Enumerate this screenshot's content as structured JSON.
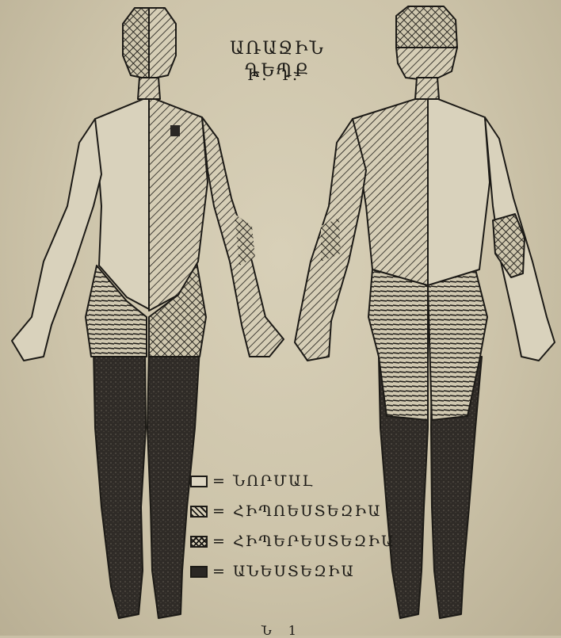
{
  "title": "ԱՌԱՋԻՆ ԴԵՊՔ",
  "subtitle": "Ի. Դ.",
  "legend": {
    "items": [
      {
        "label": "= ՆՈՐՄԱԼ",
        "pattern": "normal"
      },
      {
        "label": "= ՀԻՊՈԵՍՏԵԶԻԱ",
        "pattern": "hypoesthesia"
      },
      {
        "label": "= ՀԻՊԵՐԵՍՏԵԶԻԱ",
        "pattern": "hyperesthesia"
      },
      {
        "label": "= ԱՆԵՍՏԵԶԻԱ",
        "pattern": "anesthesia"
      }
    ]
  },
  "caption": "Ն 1",
  "colors": {
    "ink": "#1c1a16",
    "paper": "#d8d0b8",
    "dark": "#2a2724"
  }
}
